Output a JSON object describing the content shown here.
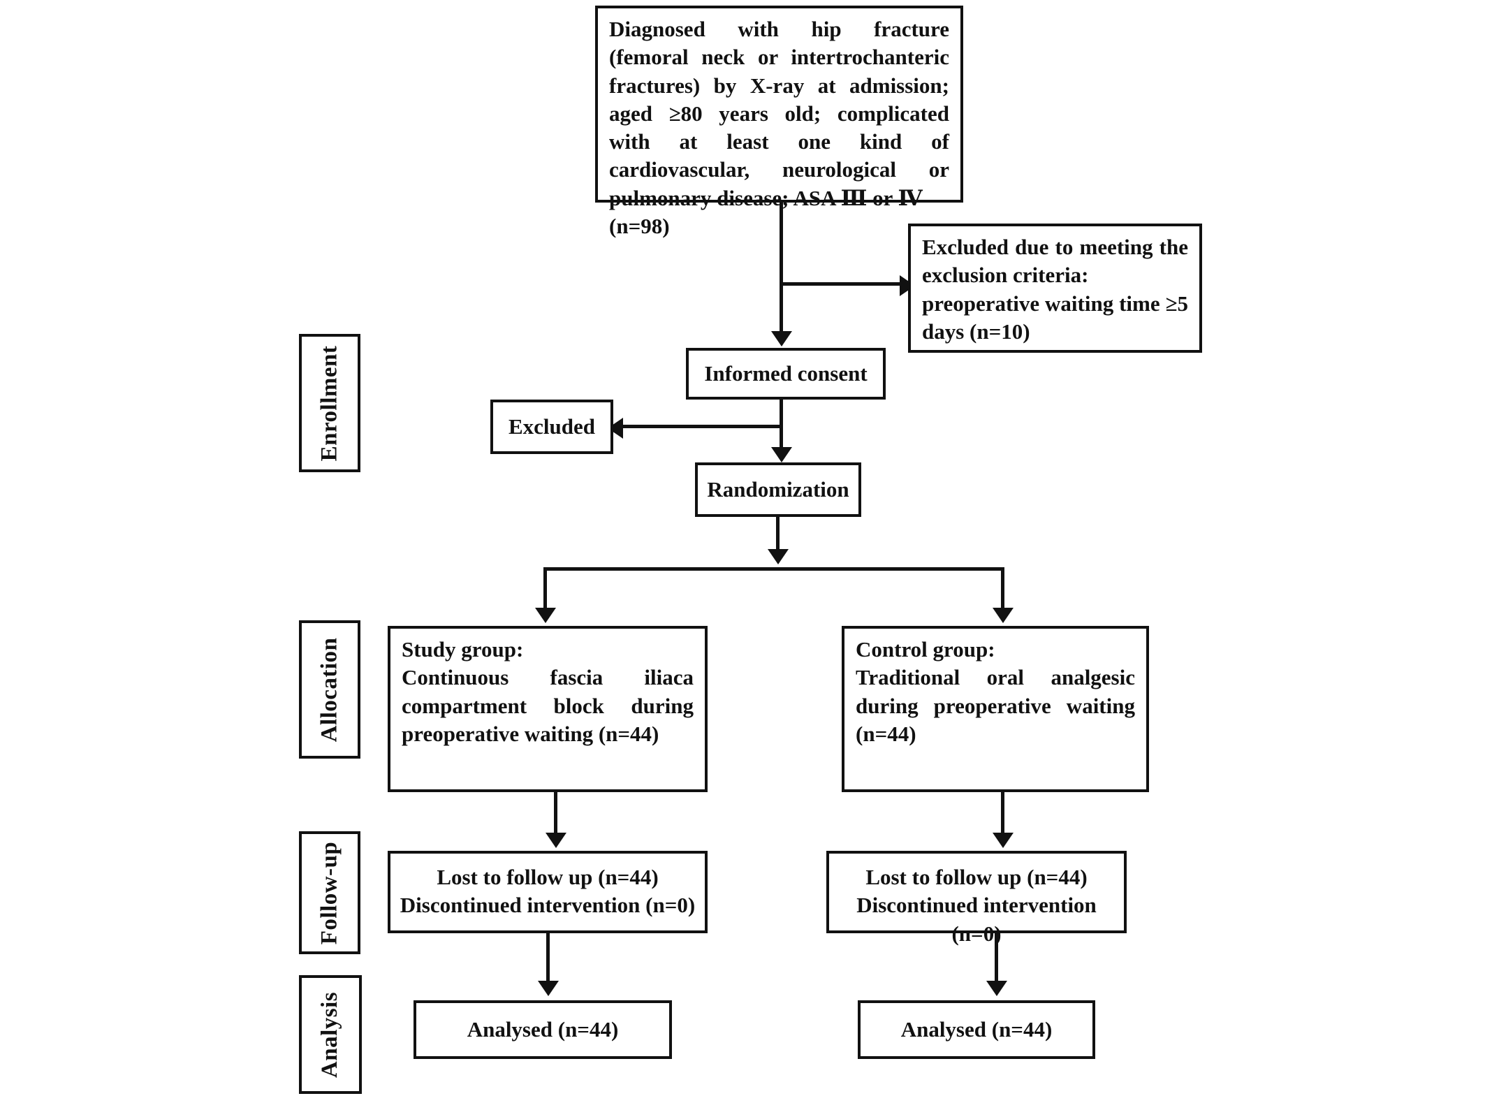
{
  "diagram": {
    "type": "consort-flow-diagram",
    "stage_labels": [
      {
        "id": "enrollment",
        "text": "Enrollment"
      },
      {
        "id": "allocation",
        "text": "Allocation"
      },
      {
        "id": "followup",
        "text": "Follow-up"
      },
      {
        "id": "analysis",
        "text": "Analysis"
      }
    ],
    "nodes": {
      "eligibility": {
        "text": "Diagnosed with hip fracture (femoral neck or intertrochanteric fractures) by X-ray at admission; aged ≥80 years old; complicated with at least one kind of cardiovascular, neurological or pulmonary disease; ASA Ⅲ or Ⅳ\n(n=98)",
        "n": 98
      },
      "excluded_criteria": {
        "text": "Excluded due to meeting the exclusion criteria:\npreoperative waiting time ≥5 days (n=10)",
        "n": 10
      },
      "informed_consent": {
        "text": "Informed consent"
      },
      "excluded": {
        "text": "Excluded"
      },
      "randomization": {
        "text": "Randomization"
      },
      "study_group": {
        "text": "Study group:\nContinuous fascia iliaca compartment block during preoperative waiting (n=44)",
        "n": 44
      },
      "control_group": {
        "text": "Control group:\nTraditional oral analgesic during preoperative waiting (n=44)",
        "n": 44
      },
      "followup_left": {
        "text": "Lost to follow up (n=44)\nDiscontinued intervention (n=0)"
      },
      "followup_right": {
        "text": "Lost to follow up (n=44)\nDiscontinued intervention (n=0)"
      },
      "analysed_left": {
        "text": "Analysed (n=44)",
        "n": 44
      },
      "analysed_right": {
        "text": "Analysed (n=44)",
        "n": 44
      }
    },
    "colors": {
      "line": "#111111",
      "background": "#ffffff",
      "text": "#111111"
    }
  }
}
